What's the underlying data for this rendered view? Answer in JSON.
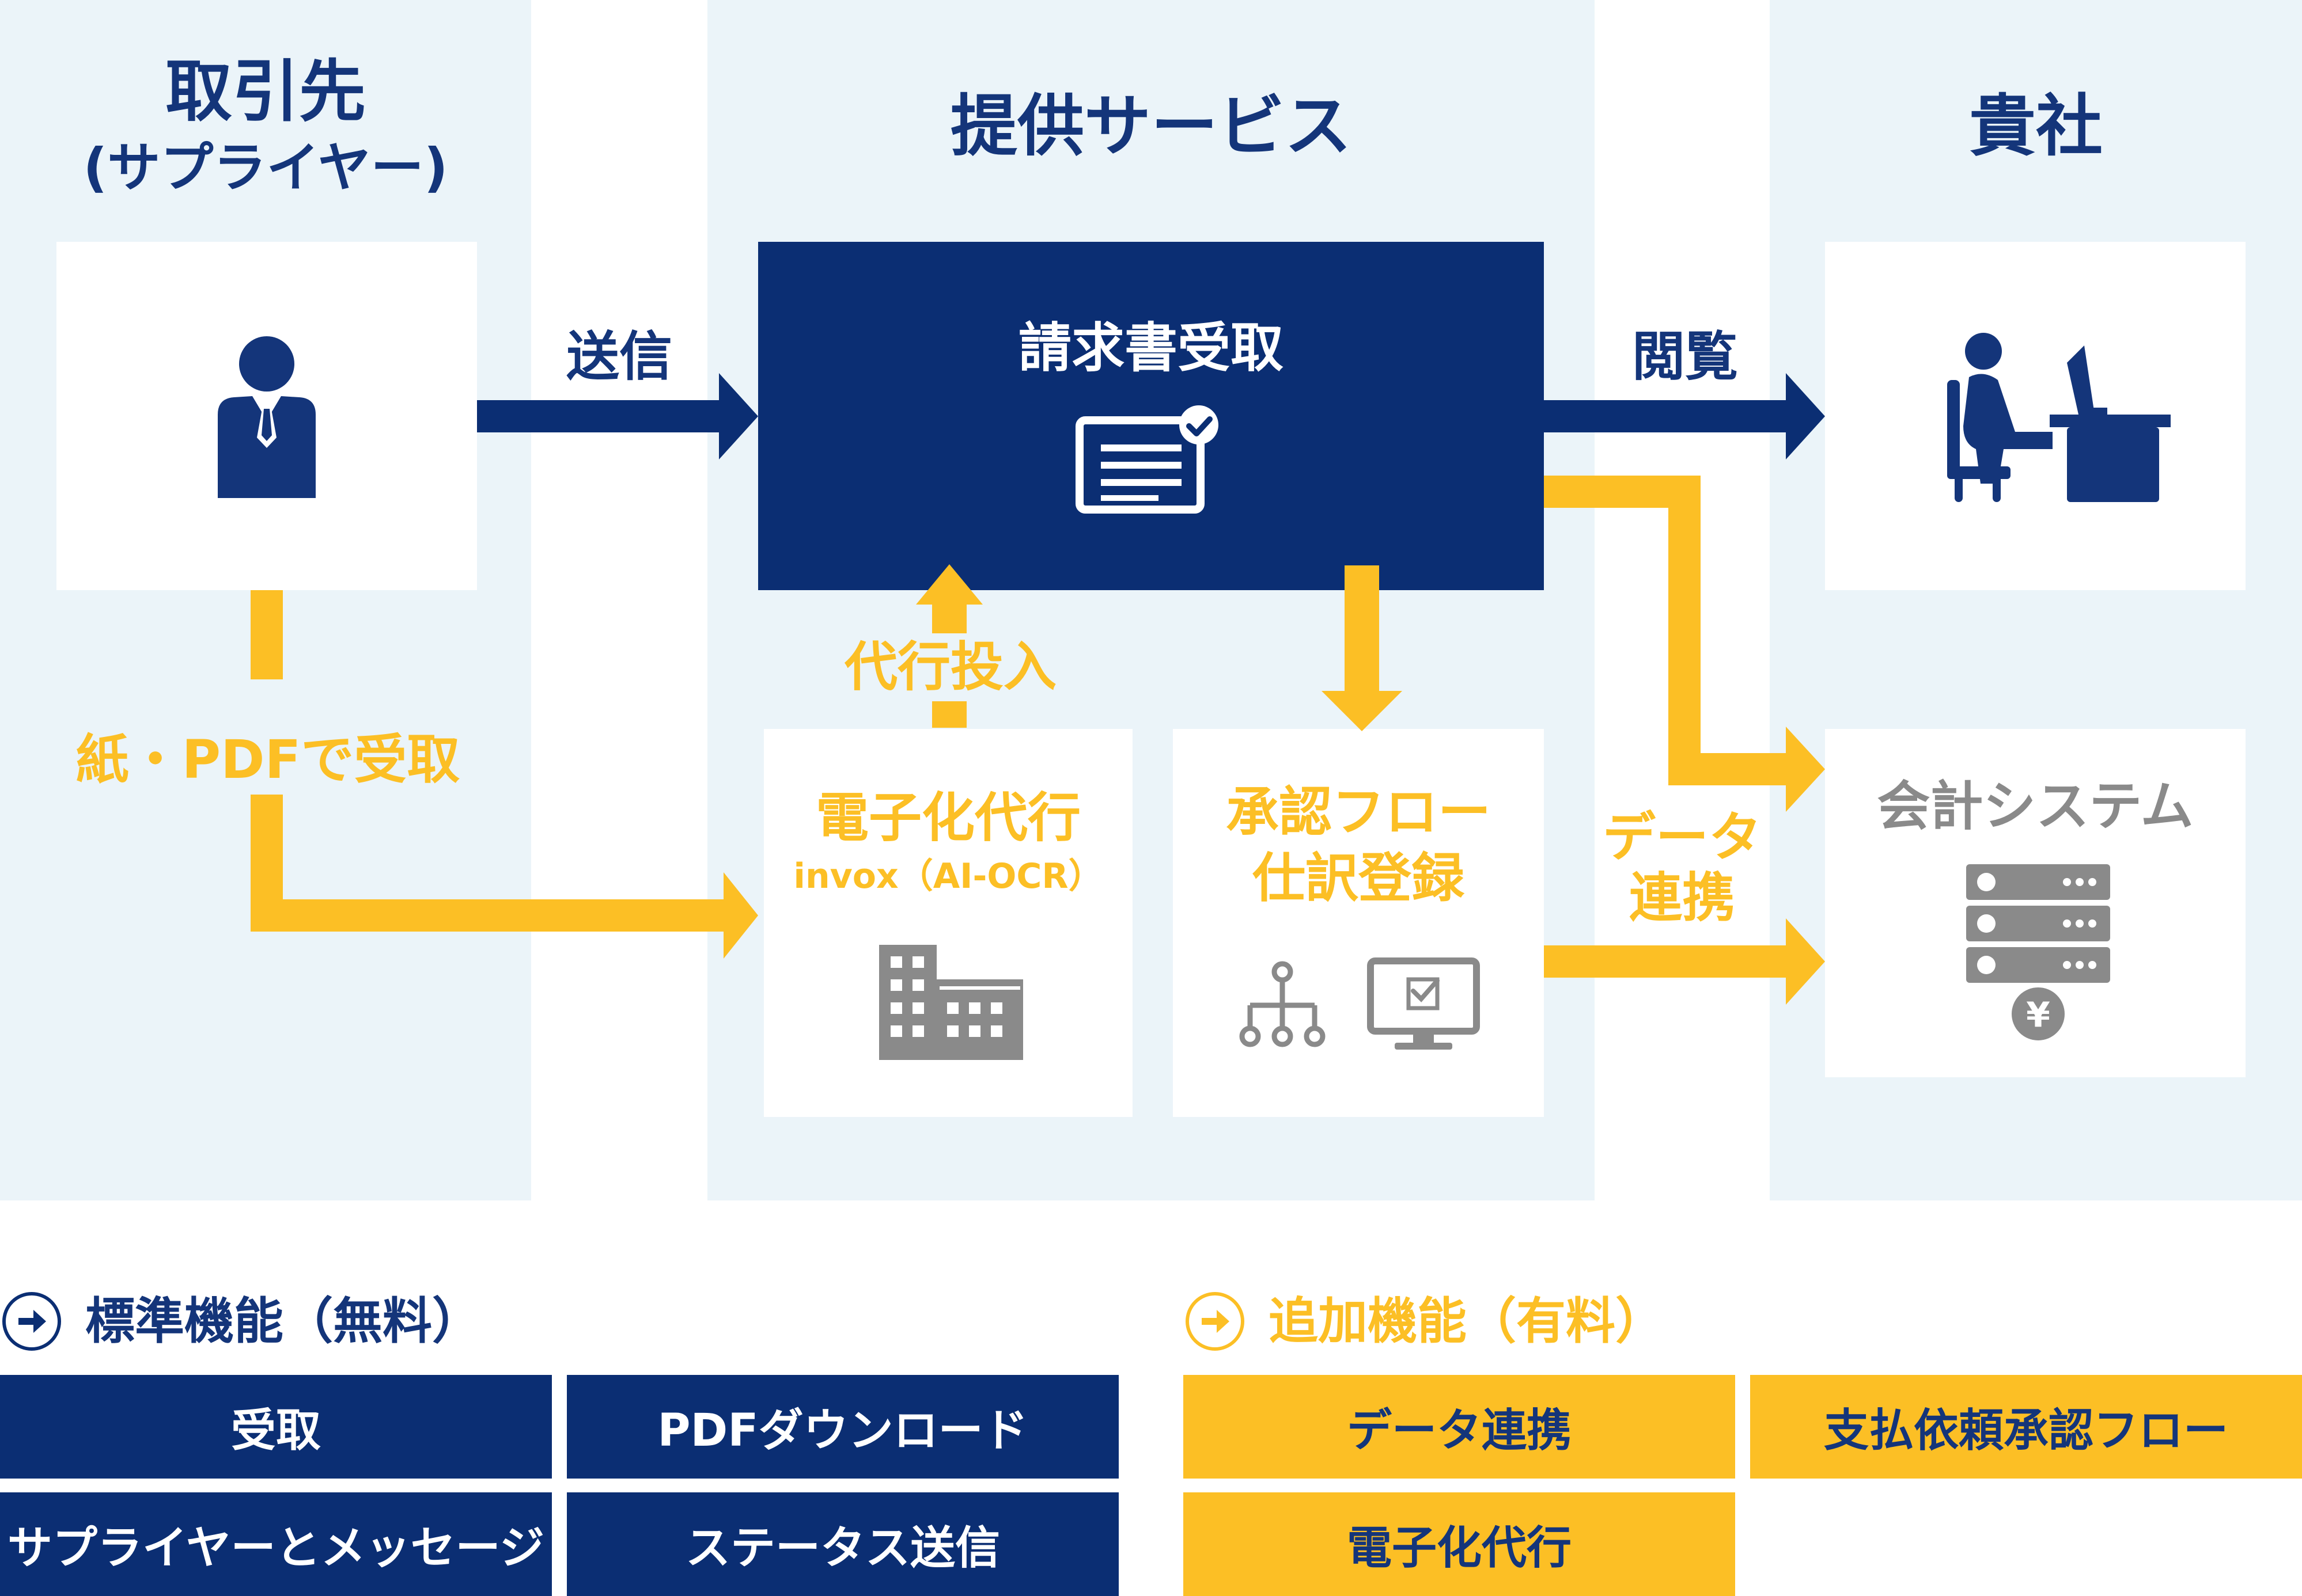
{
  "columns": {
    "supplier": {
      "title": "取引先",
      "subtitle": "(サプライヤー)"
    },
    "service": {
      "title": "提供サービス"
    },
    "company": {
      "title": "貴社"
    }
  },
  "boxes": {
    "receive": {
      "label": "請求書受取",
      "icon": "invoice-check-icon"
    },
    "digitize": {
      "label": "電子化代行",
      "sublabel": "invox（AI-OCR）",
      "icon": "building-icon"
    },
    "approval": {
      "label_line1": "承認フロー",
      "label_line2": "仕訳登録",
      "icons": [
        "hierarchy-icon",
        "monitor-check-icon"
      ]
    },
    "accounting": {
      "label": "会計システム",
      "icon": "server-yen-icon"
    },
    "supplier_person": {
      "icon": "businessman-icon"
    },
    "company_person": {
      "icon": "desk-worker-icon"
    }
  },
  "flows": {
    "send": "送信",
    "view": "閲覧",
    "paper_pdf": "紙・PDFで受取",
    "proxy_input": "代行投入",
    "data_link_line1": "データ",
    "data_link_line2": "連携"
  },
  "legend": {
    "standard": {
      "title": "標準機能（無料）",
      "items": [
        "受取",
        "PDFダウンロード",
        "サプライヤーとメッセージ",
        "ステータス送信"
      ]
    },
    "paid": {
      "title": "追加機能（有料）",
      "items": [
        "データ連携",
        "支払依頼承認フロー",
        "電子化代行"
      ]
    }
  },
  "colors": {
    "navy": "#0b2e73",
    "yellow": "#fcbf25",
    "light_bg": "#ebf4f9",
    "grey": "#8a8a8a"
  }
}
